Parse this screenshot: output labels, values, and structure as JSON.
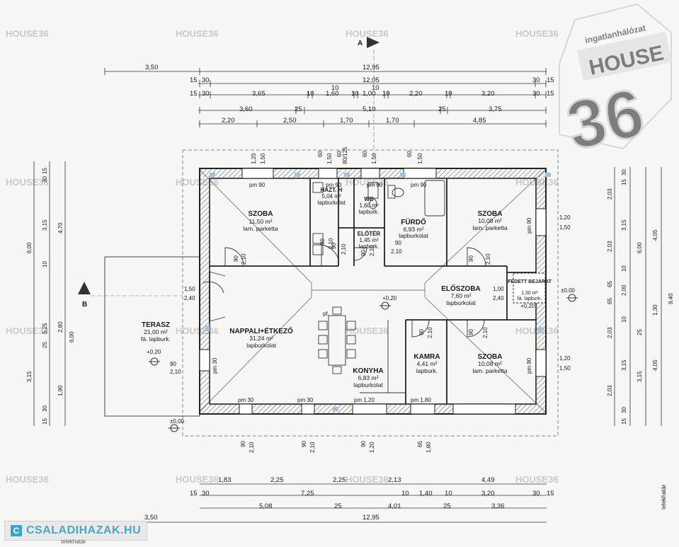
{
  "watermark": {
    "brand": "HOUSE36",
    "stamp_top": "ingatlanhálózat",
    "stamp_mid": "HOUSE",
    "stamp_num": "36"
  },
  "footer": {
    "site": "CSALADIHAZAK.HU",
    "sub": "telekhatár",
    "tile": "C"
  },
  "section_markers": {
    "a": "A",
    "b": "B"
  },
  "labels": {
    "telekhatar": "telekhatár",
    "pf": "pf.",
    "level_terrace": "+0,20",
    "level_ground": "±0,00",
    "level_right": "±0,00",
    "level_hall": "+0,20",
    "level_entry": "+0,20"
  },
  "rooms": [
    {
      "key": "szoba1",
      "name": "SZOBA",
      "area": "11,50 m²",
      "floor": "lam. parketta"
    },
    {
      "key": "haztart",
      "name": "HÁZT. H",
      "area": "5,04 m²",
      "floor": "lapburkolat"
    },
    {
      "key": "wc",
      "name": "WC",
      "area": "1,60 m²",
      "floor": "lapburk."
    },
    {
      "key": "eloter",
      "name": "ELŐTÉR",
      "area": "1,45 m²",
      "floor": "lapburk."
    },
    {
      "key": "furdo",
      "name": "FÜRDŐ",
      "area": "6,93 m²",
      "floor": "lapburkolat"
    },
    {
      "key": "szoba2",
      "name": "SZOBA",
      "area": "10,08 m²",
      "floor": "lam. parketta"
    },
    {
      "key": "nappali",
      "name": "NAPPALI+ÉTKEZŐ",
      "area": "31,24 m²",
      "floor": "lapburkolat"
    },
    {
      "key": "eloszoba",
      "name": "ELŐSZOBA",
      "area": "7,60 m²",
      "floor": "lapburkolat"
    },
    {
      "key": "fedett",
      "name": "FEDETT BEJÁRAT",
      "area": "1,30 m²",
      "floor": "fá. lapburk."
    },
    {
      "key": "kamra",
      "name": "KAMRA",
      "area": "4,41 m²",
      "floor": "lapburk."
    },
    {
      "key": "szoba3",
      "name": "SZOBA",
      "area": "10,08 m²",
      "floor": "lam. parketta"
    },
    {
      "key": "konyha",
      "name": "KONYHA",
      "area": "6,83 m²",
      "floor": "lapburkolat"
    },
    {
      "key": "terasz",
      "name": "TERASZ",
      "area": "21,00 m²",
      "floor": "fá. lapburk."
    }
  ],
  "openings_top": [
    "pm 90",
    "pm 90",
    "pm 90",
    "pm 90"
  ],
  "openings_bottom": [
    "pm 30",
    "pm 30",
    "pm 1,20",
    "pm 1,80"
  ],
  "openings_right": [
    "pm 90",
    "pm 90"
  ],
  "openings_left": [
    "pm 30"
  ],
  "door_tags": [
    "90",
    "2,10",
    "90",
    "2,10",
    "90",
    "2,10",
    "90",
    "2,10",
    "90",
    "2,10",
    "90",
    "2,10",
    "90",
    "2,10",
    "1,50",
    "2,40",
    "1,00",
    "2,40",
    "90",
    "2,10",
    "90",
    "2,10"
  ],
  "dims_top": [
    [
      "3,50",
      "12,95"
    ],
    [
      "15",
      "30",
      "12,05",
      "30",
      "15",
      "10",
      "10"
    ],
    [
      "15",
      "30",
      "3,65",
      "10",
      "1,60",
      "10",
      "1,00",
      "10",
      "2,20",
      "10",
      "3,20",
      "30",
      "15"
    ],
    [
      "3,60",
      "25",
      "5,10",
      "25",
      "3,75"
    ],
    [
      "2,20",
      "2,50",
      "1,70",
      "1,70",
      "4,85"
    ]
  ],
  "dims_bottom": [
    [
      "1,83",
      "2,25",
      "2,25",
      "2,13",
      "4,49"
    ],
    [
      "15",
      "30",
      "7,25",
      "10",
      "1,40",
      "10",
      "3,20",
      "30",
      "15"
    ],
    [
      "5,08",
      "25",
      "4,01",
      "25",
      "3,36"
    ],
    [
      "3,50",
      "12,95"
    ]
  ],
  "dims_top_vertical": [
    "1,20",
    "1,50",
    "60",
    "1,50",
    "60",
    "80/125",
    "60",
    "1,50",
    "60",
    "1,50"
  ],
  "dims_bottom_vertical": [
    "90",
    "2,10",
    "90",
    "2,10",
    "90",
    "1,20",
    "65",
    "1,80"
  ],
  "dims_left": [
    "15",
    "30",
    "3,15",
    "4,70",
    "6,00",
    "10",
    "5,25",
    "2,80",
    "6,00",
    "25",
    "3,15",
    "1,90",
    "30",
    "15"
  ],
  "dims_right": [
    "30",
    "15",
    "2,03",
    "3,15",
    "2,03",
    "6,00",
    "4,05",
    "9,40",
    "10",
    "65",
    "2,00",
    "1,30",
    "65",
    "10",
    "2,03",
    "25",
    "3,15",
    "4,05",
    "2,03",
    "3,15",
    "30",
    "15"
  ],
  "window_tags": [
    "1,20",
    "1,50",
    "1,20",
    "1,50",
    "90",
    "2,10"
  ]
}
